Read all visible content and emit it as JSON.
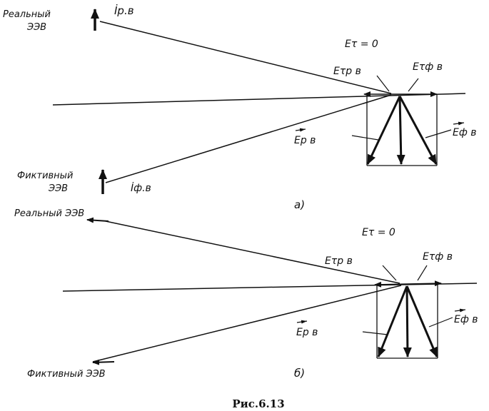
{
  "figure": {
    "caption": "Рис.6.13",
    "panel_a": {
      "label": "а)",
      "real_source": "Реальный",
      "real_source_2": "ЭЭВ",
      "fict_source": "Фиктивный",
      "fict_source_2": "ЭЭВ",
      "current_real": "İр.в",
      "current_fict": "İф.в",
      "tangential_total": "Eτ = 0",
      "tau_real": "Eτр в",
      "tau_fict": "Eτф в",
      "field_real": "Eр в",
      "field_fict": "Eф в"
    },
    "panel_b": {
      "label": "б)",
      "real_source": "Реальный ЭЭВ",
      "fict_source": "Фиктивный ЭЭВ",
      "tangential_total": "Eτ = 0",
      "tau_real": "Eτр в",
      "tau_fict": "Eτф в",
      "field_real": "Eр в",
      "field_fict": "Eф в"
    }
  }
}
